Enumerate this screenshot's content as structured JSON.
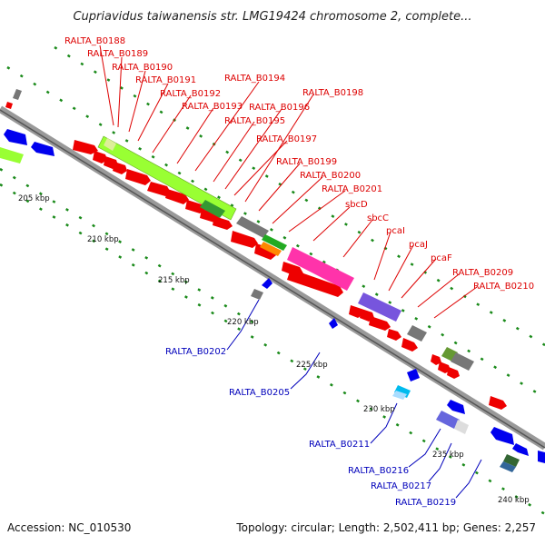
{
  "title": "Cupriavidus taiwanensis str. LMG19424 chromosome 2, complete...",
  "footer": {
    "accession": "Accession: NC_010530",
    "topology": "Topology: circular; Length: 2,502,411 bp; Genes: 2,257"
  },
  "ticks": [
    "205 kbp",
    "210 kbp",
    "215 kbp",
    "220 kbp",
    "225 kbp",
    "230 kbp",
    "235 kbp",
    "240 kbp"
  ],
  "forward_labels": [
    "RALTA_B0188",
    "RALTA_B0189",
    "RALTA_B0190",
    "RALTA_B0191",
    "RALTA_B0192",
    "RALTA_B0193",
    "RALTA_B0194",
    "RALTA_B0195",
    "RALTA_B0196",
    "RALTA_B0197",
    "RALTA_B0198",
    "RALTA_B0199",
    "RALTA_B0200",
    "RALTA_B0201",
    "sbcD",
    "sbcC",
    "pcaI",
    "pcaJ",
    "pcaF",
    "RALTA_B0209",
    "RALTA_B0210"
  ],
  "reverse_labels": [
    "RALTA_B0202",
    "RALTA_B0205",
    "RALTA_B0211",
    "RALTA_B0216",
    "RALTA_B0217",
    "RALTA_B0219"
  ],
  "colors": {
    "forward_label": "#dd0000",
    "reverse_label": "#0000bb",
    "backbone": "#999999",
    "tick_dash": "#1a8a1a"
  }
}
